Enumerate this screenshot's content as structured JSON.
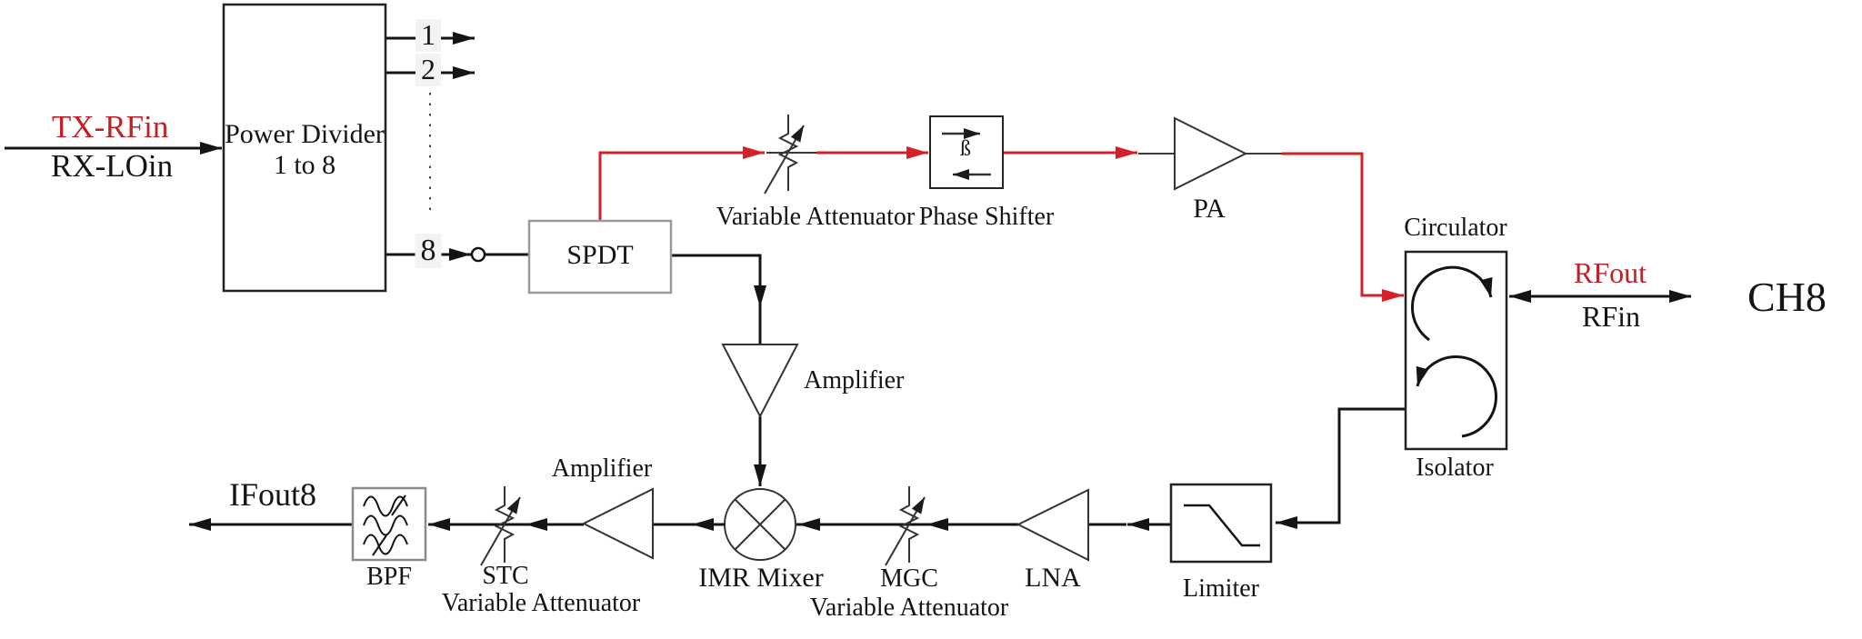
{
  "colors": {
    "red": "#c“32026",
    "red_line": "#d42127",
    "line": "#141414"
  },
  "input": {
    "tx_label": "TX-RFin",
    "rx_label": "RX-LOin"
  },
  "power_divider": {
    "name": "Power Divider",
    "ratio": "1 to 8",
    "port1": "1",
    "port2": "2",
    "port8": "8"
  },
  "spdt": {
    "label": "SPDT"
  },
  "tx_chain": {
    "variable_attenuator_label": "Variable Attenuator",
    "phase_shifter_label": "Phase Shifter",
    "phase_shifter_symbol": "ß",
    "pa_label": "PA"
  },
  "antenna": {
    "circulator_label": "Circulator",
    "isolator_label": "Isolator",
    "rf_out_label": "RFout",
    "rf_in_label": "RFin",
    "channel_label": "CH8"
  },
  "rx_chain": {
    "limiter_label": "Limiter",
    "lna_label": "LNA",
    "mgc_label": "MGC",
    "mgc_attenuator_label": "Variable Attenuator",
    "mixer_label": "IMR Mixer",
    "lo_amplifier_label": "Amplifier",
    "if_amplifier_label": "Amplifier",
    "stc_label": "STC",
    "stc_attenuator_label": "Variable Attenuator",
    "bpf_label": "BPF",
    "if_out_label": "IFout8"
  }
}
